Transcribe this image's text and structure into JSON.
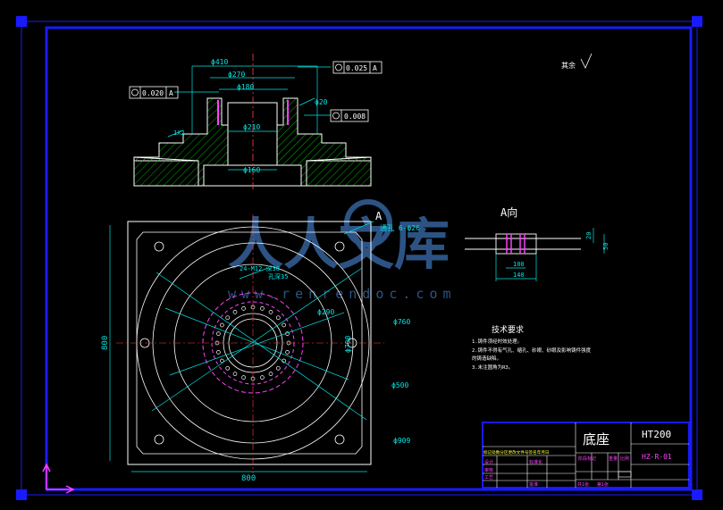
{
  "drawing": {
    "roughness_symbol": "其余",
    "section_dims": {
      "d410": "ϕ410",
      "d270": "ϕ270",
      "d180": "ϕ180",
      "d210": "ϕ210",
      "d160": "ϕ160",
      "d20": "ϕ20",
      "chamfer": "1X2"
    },
    "tolerances": {
      "top": {
        "value": "0.025",
        "datum": "A"
      },
      "left": {
        "value": "0.020",
        "datum": "A"
      },
      "right": {
        "value": "0.008"
      }
    },
    "plan_labels": {
      "datum_a": "A",
      "through_hole": "通孔 6-ϕ26",
      "thread": "24-M12 深30",
      "hole_depth": "孔深35",
      "d290": "ϕ290",
      "d760": "ϕ760",
      "d700": "ϕ700",
      "d500": "ϕ500",
      "d909": "ϕ909",
      "width": "800",
      "height": "800"
    },
    "view_a": {
      "title": "A向",
      "d100": "100",
      "d140": "140",
      "d20": "20",
      "d50": "50"
    },
    "tech_requirements": {
      "title": "技术要求",
      "items": [
        "1.铸件须经时效处理。",
        "2.铸件不得有气孔、缩孔、砂眼、砂眼及影响铸件强度",
        "  的铸造缺陷。",
        "3.未注圆角为R3。"
      ]
    },
    "watermark": {
      "text": "人人文库",
      "url": "www.renrendoc.com"
    }
  },
  "title_block": {
    "part_name": "底座",
    "material": "HT200",
    "drawing_no": "HZ-R-01",
    "cells": {
      "mark": "标记处数分区更改文件号签名年月日",
      "design": "设计",
      "standard": "标准化",
      "stage": "阶段标记",
      "weight": "重量",
      "scale": "比例",
      "review": "审核",
      "process": "工艺",
      "approve": "批准",
      "sheets": "共1张",
      "sheet": "第1张"
    }
  },
  "colors": {
    "frame": "#0000ff",
    "geometry": "#ffffff",
    "dimension": "#00e5e5",
    "hatch": "#00b000",
    "hidden": "#ff40ff",
    "center": "#ff4040",
    "background": "#000000"
  }
}
